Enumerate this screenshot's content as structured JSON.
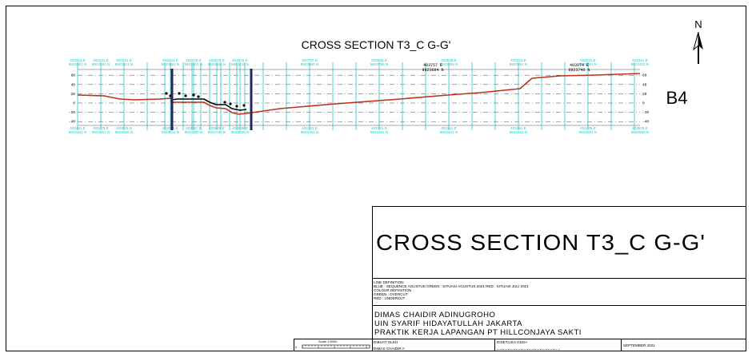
{
  "drawing": {
    "title": "CROSS SECTION T3_C G-G'",
    "sheet_label": "B4",
    "north_label": "N"
  },
  "profile": {
    "y_ticks": [
      {
        "value": 60,
        "label": "60"
      },
      {
        "value": 40,
        "label": "40"
      },
      {
        "value": 20,
        "label": "20"
      },
      {
        "value": 0,
        "label": "0"
      },
      {
        "value": -20,
        "label": "-20"
      },
      {
        "value": -40,
        "label": "-40"
      }
    ],
    "top_coords": [
      "403321 E",
      "403331 E",
      "403341 E",
      "403461 E",
      "403475 E",
      "403575 E",
      "403676 E",
      "403757 E",
      "403805 E",
      "403838 E"
    ],
    "bottom_coords": [
      "9923361 N",
      "9923381 N",
      "9923421 N",
      "9923461 N",
      "9923501 N",
      "9923556 N",
      "9923611 N",
      "9923680 N",
      "9923786 N",
      "9923826 N"
    ],
    "mid_annotations": [
      "403757 E",
      "9923684 N",
      "403874 E",
      "9923746 N"
    ],
    "colors": {
      "grid": "#21c8c8",
      "ground": "#c0301a",
      "survey": "#000000",
      "marker": "#1f2a5c"
    }
  },
  "title_block": {
    "big_title": "CROSS SECTION T3_C G-G'",
    "legend_lines": [
      "LINE DEFINITION",
      "BLUE : SEQUENCE AGUSTUS     GREEN : SITUASI AGUSTUS 2021     RED : SITUASI JULI 2021",
      "COLOUR DEFINITION",
      "GREEN : OVERCUT",
      "RED : UNDERCUT"
    ],
    "author_lines": [
      "DIMAS CHAIDIR ADINUGROHO",
      "UIN SYARIF HIDAYATULLAH JAKARTA",
      "PRAKTIK KERJA LAPANGAN PT HILLCONJAYA SAKTI"
    ],
    "dibuat_oleh": "DIBUAT OLEH",
    "dibuat_name": "DIMAS CHAIDIR A",
    "disetujui_oleh": "DISETUJUI OLEH",
    "date": "SEPTEMBER 2021",
    "scale_text": "Scale 1:5000"
  }
}
